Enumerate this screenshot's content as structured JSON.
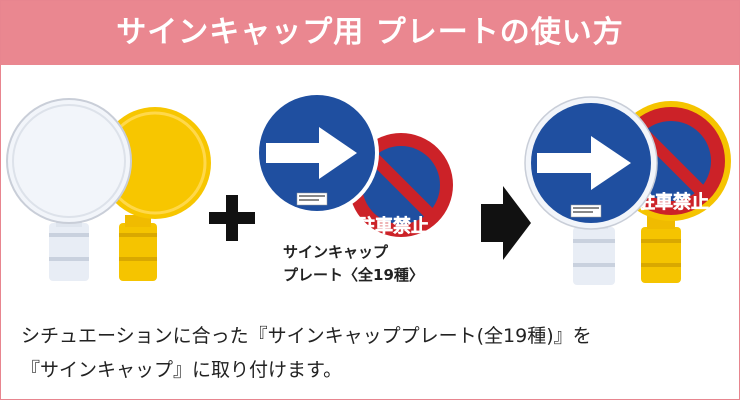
{
  "header": {
    "title": "サインキャップ用 プレートの使い方",
    "background": "#ea8790"
  },
  "signs": {
    "no_parking_text": "駐車禁止",
    "arrow_color": "#1f4fa0",
    "no_parking_red": "#cc2228",
    "cap_white": "#e8edf5",
    "cap_yellow": "#f5c400"
  },
  "caption": {
    "line1": "サインキャップ",
    "line2": "プレート〈全19種〉"
  },
  "symbols": {
    "plus": "plus-icon",
    "arrow": "right-arrow-icon"
  },
  "description": {
    "line1": "シチュエーションに合った『サインキャッププレート(全19種)』を",
    "line2": "『サインキャップ』に取り付けます。"
  }
}
